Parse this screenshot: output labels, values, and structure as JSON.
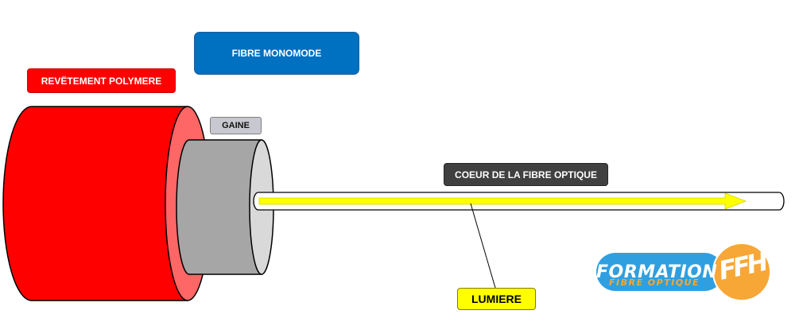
{
  "labels": {
    "fibre_monomode": "FIBRE MONOMODE",
    "revetement": "REVËTEMENT POLYMERE",
    "gaine": "GAINE",
    "coeur": "COEUR DE LA FIBRE OPTIQUE",
    "lumiere": "LUMIERE"
  },
  "logo": {
    "title": "FORMATION",
    "subtitle": "FIBRE OPTIQUE",
    "mark": "FFH"
  },
  "colors": {
    "coating": "#ff0000",
    "coating_face": "#ff6666",
    "cladding": "#a6a6a6",
    "cladding_face": "#d9d9d9",
    "light_beam": "#ffff00",
    "logo_blue": "#2f9fe0",
    "logo_orange": "#f7a736"
  }
}
